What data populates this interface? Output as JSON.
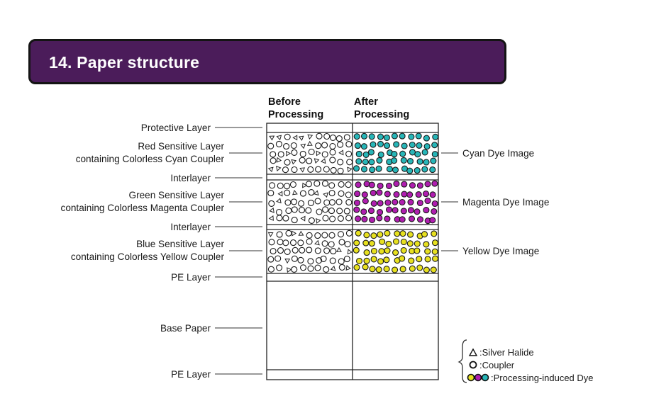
{
  "title": "14. Paper structure",
  "columns": {
    "before": [
      "Before",
      "Processing"
    ],
    "after": [
      "After",
      "Processing"
    ]
  },
  "left_labels": {
    "protective": "Protective Layer",
    "red": [
      "Red Sensitive Layer",
      "containing Colorless Cyan Coupler"
    ],
    "interlayer_1": "Interlayer",
    "green": [
      "Green Sensitive Layer",
      "containing Colorless Magenta Coupler"
    ],
    "interlayer_2": "Interlayer",
    "blue": [
      "Blue Sensitive Layer",
      "containing Colorless Yellow Coupler"
    ],
    "pe_top": "PE Layer",
    "base": "Base Paper",
    "pe_bottom": "PE Layer"
  },
  "right_labels": {
    "cyan": "Cyan Dye Image",
    "magenta": "Magenta Dye Image",
    "yellow": "Yellow Dye Image"
  },
  "legend": {
    "silver_halide": ":Silver Halide",
    "coupler": ":Coupler",
    "dye": ":Processing-induced Dye"
  },
  "colors": {
    "title_bg": "#4b1c5a",
    "cyan": "#27b6b8",
    "magenta": "#b01eb0",
    "yellow": "#e7e01f"
  }
}
